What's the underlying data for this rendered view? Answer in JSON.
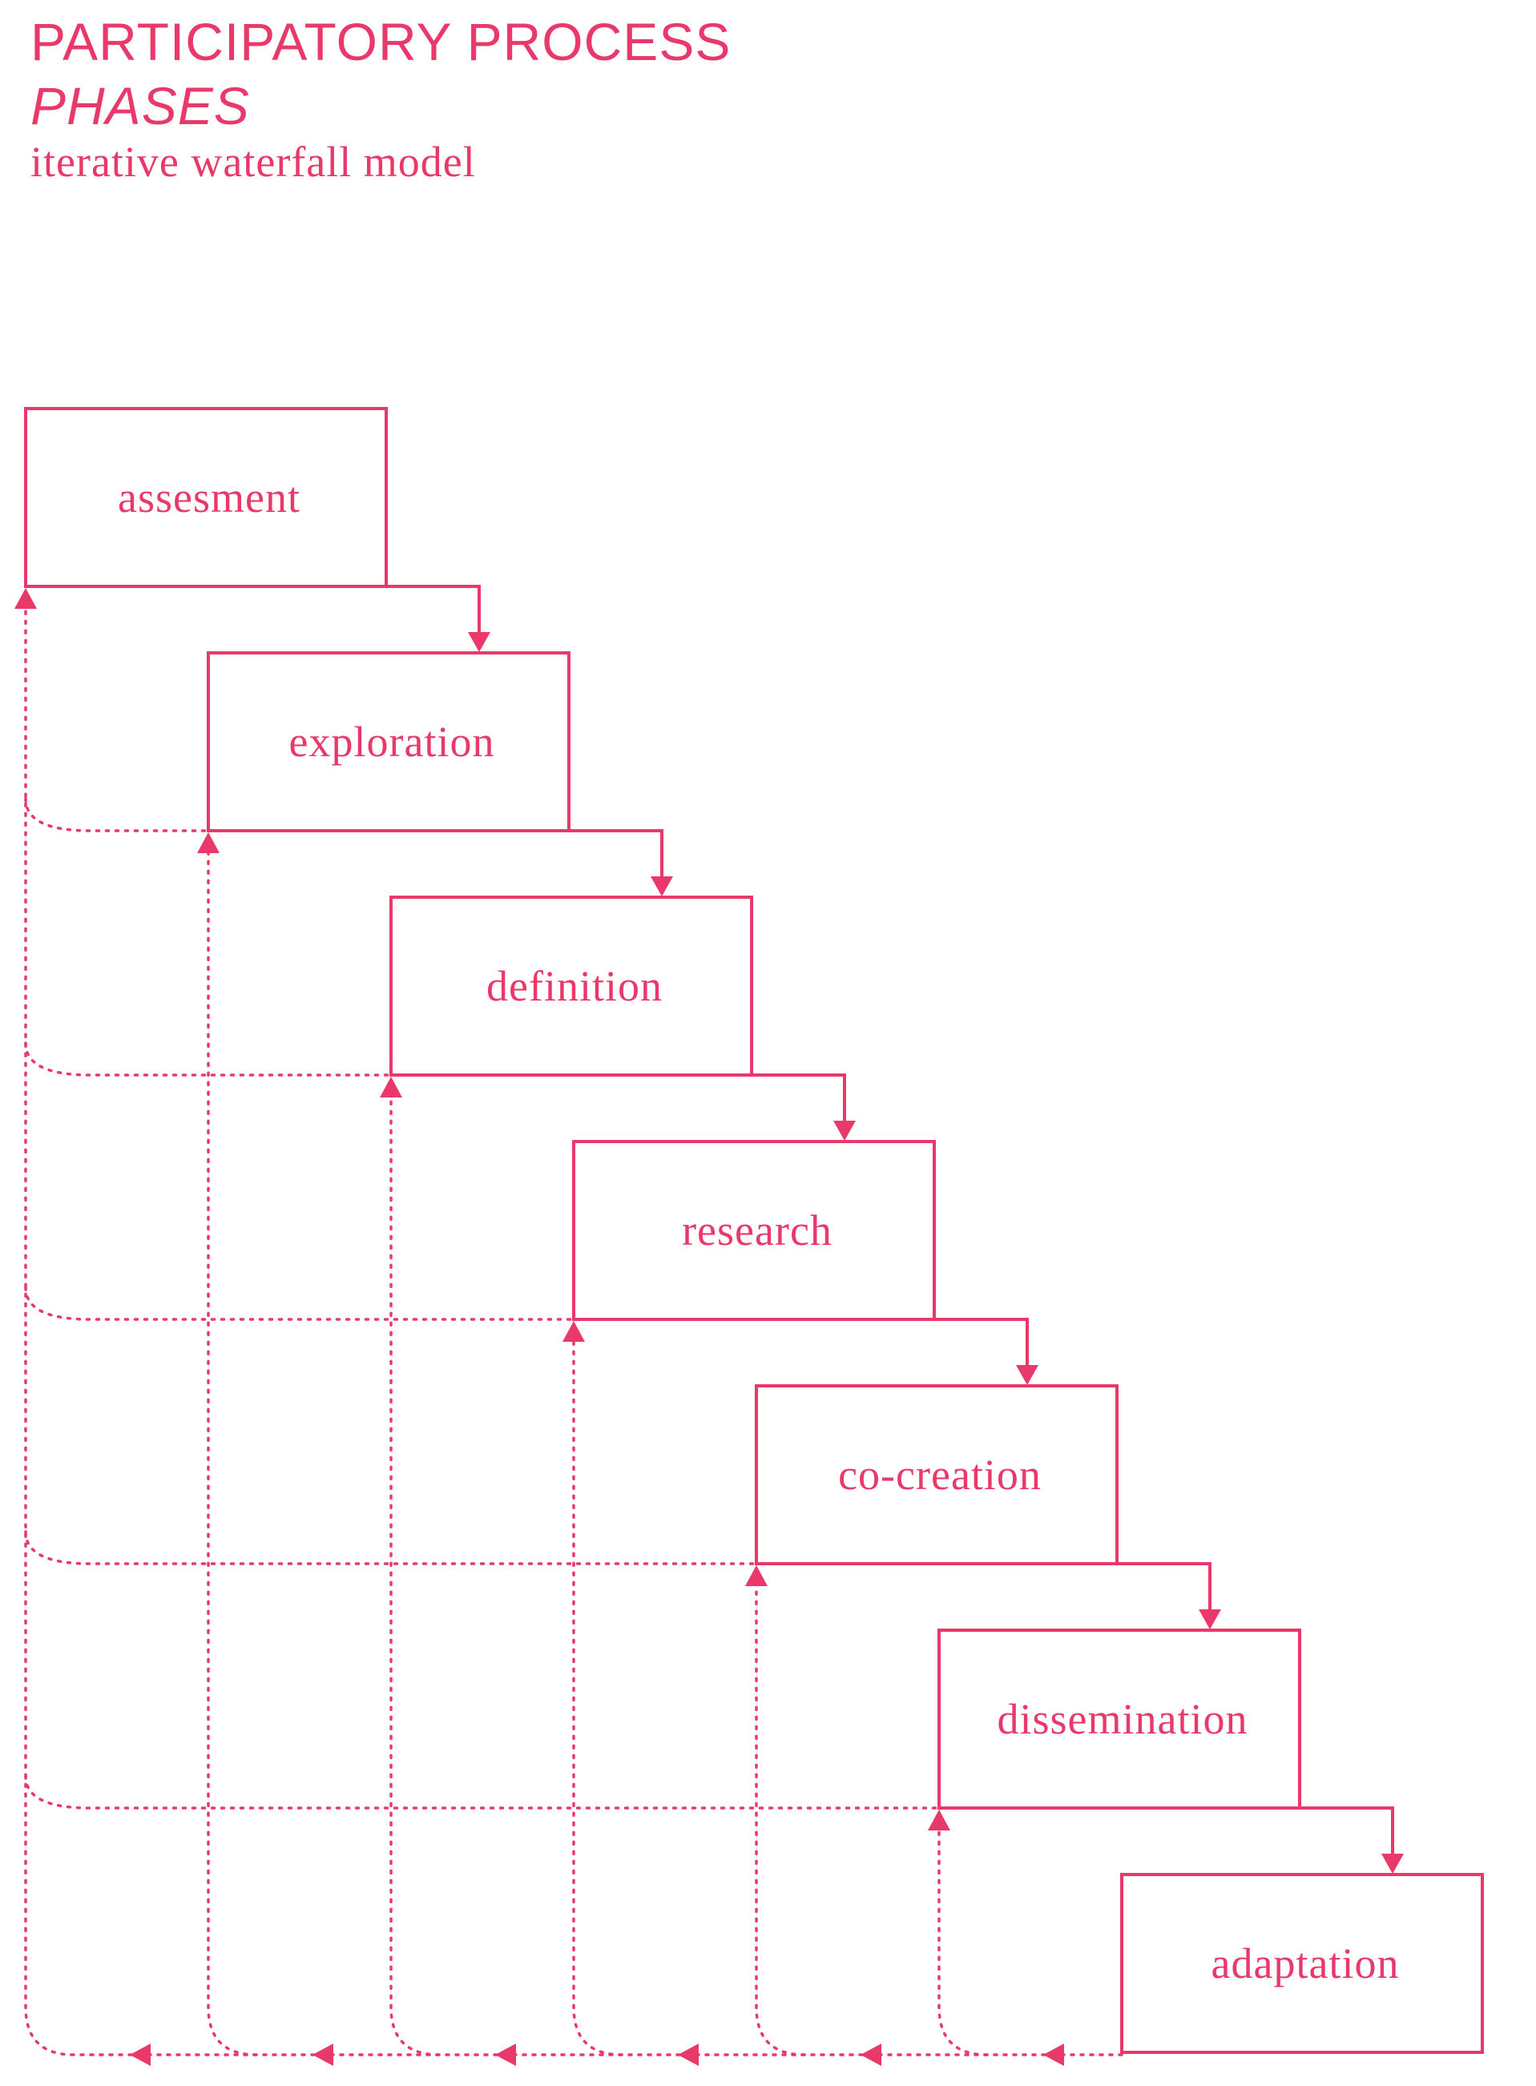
{
  "header": {
    "title": "PARTICIPATORY PROCESS",
    "subtitle_italic": "PHASES",
    "caption": "iterative waterfall model"
  },
  "colors": {
    "accent": "#E8396A"
  },
  "phases": [
    {
      "id": "assesment",
      "label": "assesment"
    },
    {
      "id": "exploration",
      "label": "exploration"
    },
    {
      "id": "definition",
      "label": "definition"
    },
    {
      "id": "research",
      "label": "research"
    },
    {
      "id": "co-creation",
      "label": "co-creation"
    },
    {
      "id": "dissemination",
      "label": "dissemination"
    },
    {
      "id": "adaptation",
      "label": "adaptation"
    }
  ]
}
